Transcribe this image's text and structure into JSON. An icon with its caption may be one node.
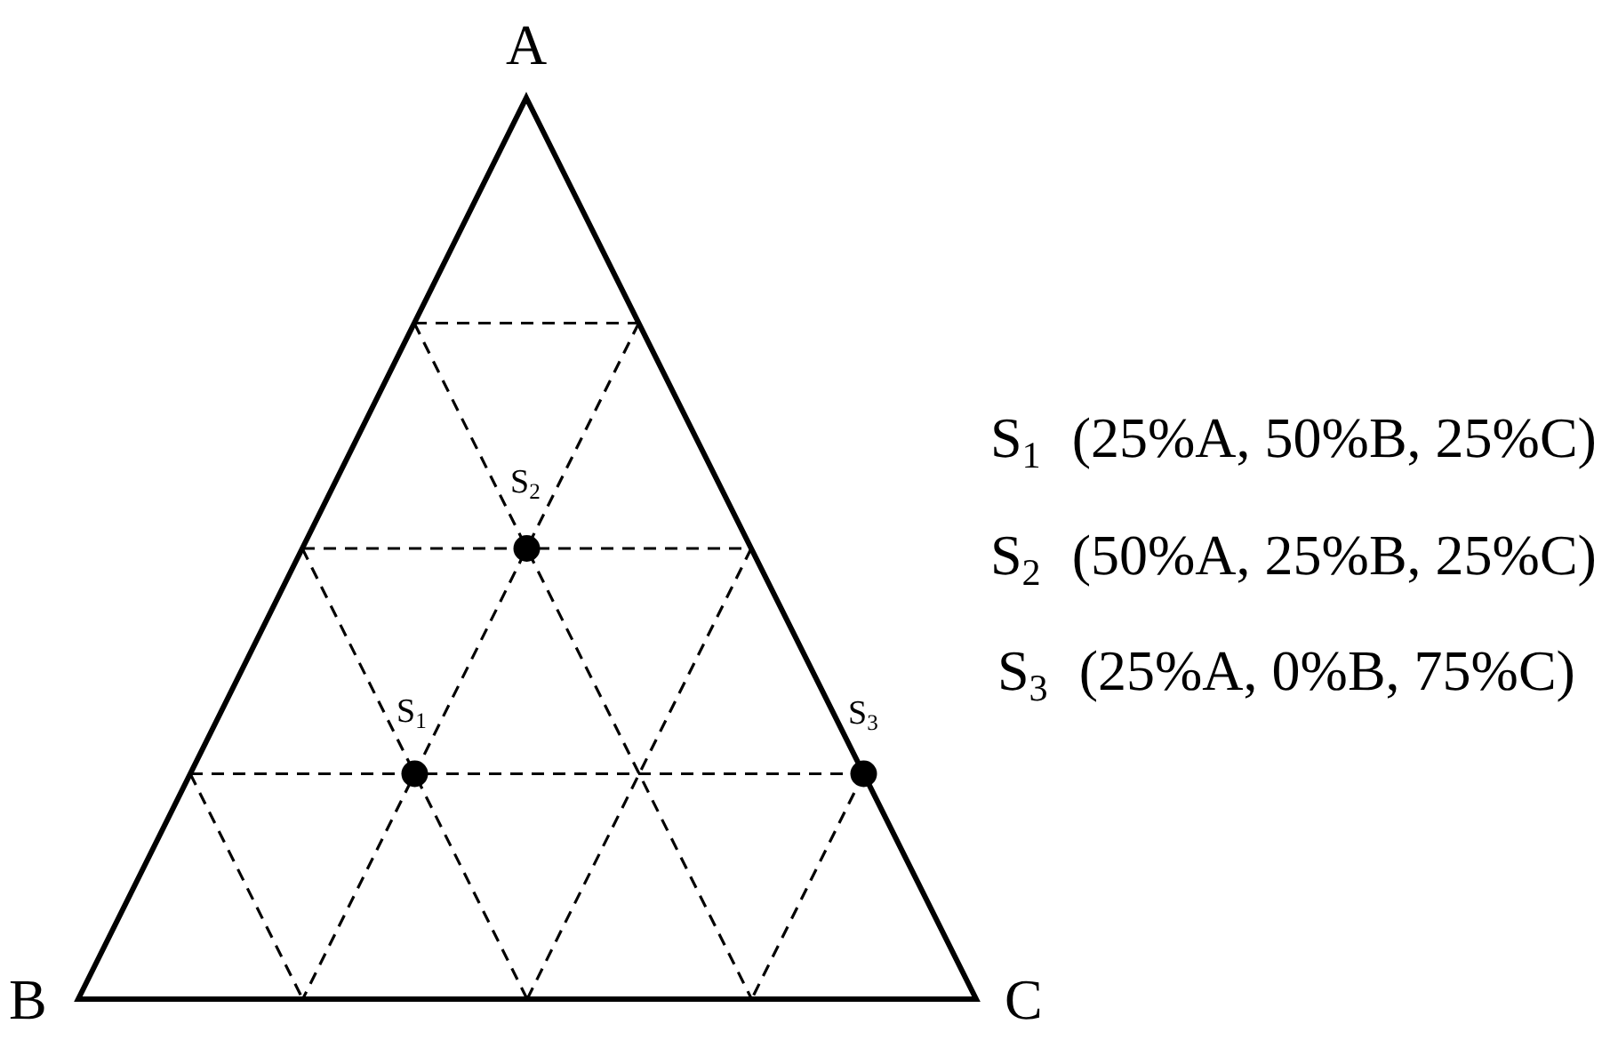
{
  "diagram": {
    "labels": [
      "A",
      "S$_{2}$",
      "S$_{1}$",
      "S$_{3}$",
      "B",
      "C",
      "S$_{1}$ (25%A, 50%B, 25%C)",
      "S$_{2}$ (50%A, 25%B, 25%C)",
      "S$_{3}$ (25%A, 0%B, 75%C)"
    ]
  }
}
